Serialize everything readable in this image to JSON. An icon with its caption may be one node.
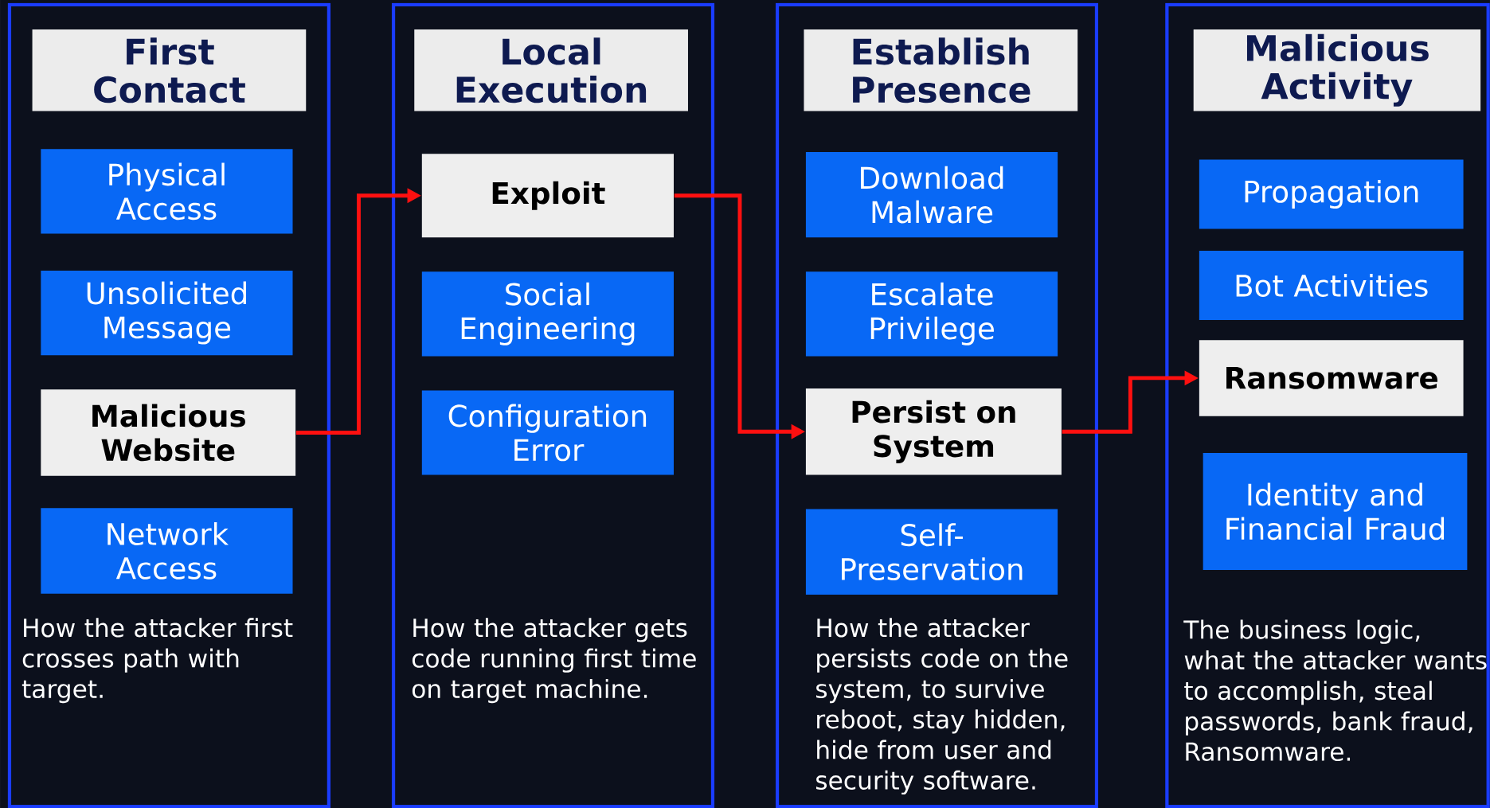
{
  "diagram": {
    "nodes": [
      {
        "text": [
          "How the attacker first crosses path with target."
        ]
      },
      {
        "text": [
          "First Contact"
        ],
        "in": 0
      },
      {
        "text": [
          "Physical Access"
        ],
        "in": 0
      },
      {
        "text": [
          "Unsolicited Message"
        ],
        "in": 0
      },
      {
        "text": [
          "Malicious Website"
        ],
        "in": 0
      },
      {
        "text": [
          "Network Access"
        ],
        "in": 0
      },
      {
        "text": [
          "How the attacker gets code running first time on target machine."
        ]
      },
      {
        "text": [
          "Local Execution"
        ],
        "in": 6
      },
      {
        "text": [
          "Exploit"
        ],
        "in": 6
      },
      {
        "text": [
          "Social Engineering"
        ],
        "in": 6
      },
      {
        "text": [
          "Configuration Error"
        ],
        "in": 6
      },
      {
        "text": [
          "How the attacker persists code on the system, to survive reboot, stay hidden, hide from user and security software."
        ]
      },
      {
        "text": [
          "Establish Presence"
        ],
        "in": 11
      },
      {
        "text": [
          "Download Malware"
        ],
        "in": 11
      },
      {
        "text": [
          "Escalate Privilege"
        ],
        "in": 11
      },
      {
        "text": [
          "Persist on System"
        ],
        "in": 11
      },
      {
        "text": [
          "Self-Preservation"
        ],
        "in": 11
      },
      {
        "text": [
          "The business logic, what the attacker wants to accomplish, steal passwords, bank fraud, Ransomware."
        ]
      },
      {
        "text": [
          "Malicious Activity"
        ],
        "in": 17
      },
      {
        "text": [
          "Propagation"
        ],
        "in": 17
      },
      {
        "text": [
          "Bot Activities"
        ],
        "in": 17
      },
      {
        "text": [
          "Ransomware"
        ],
        "in": 17
      },
      {
        "text": [
          "Identity and Financial Fraud"
        ],
        "in": 17
      }
    ],
    "edges": [
      {
        "from": 4,
        "to": 8,
        "arrow": "to"
      },
      {
        "from": 8,
        "to": 15,
        "arrow": "to"
      },
      {
        "from": 15,
        "to": 21,
        "arrow": "to"
      }
    ]
  }
}
